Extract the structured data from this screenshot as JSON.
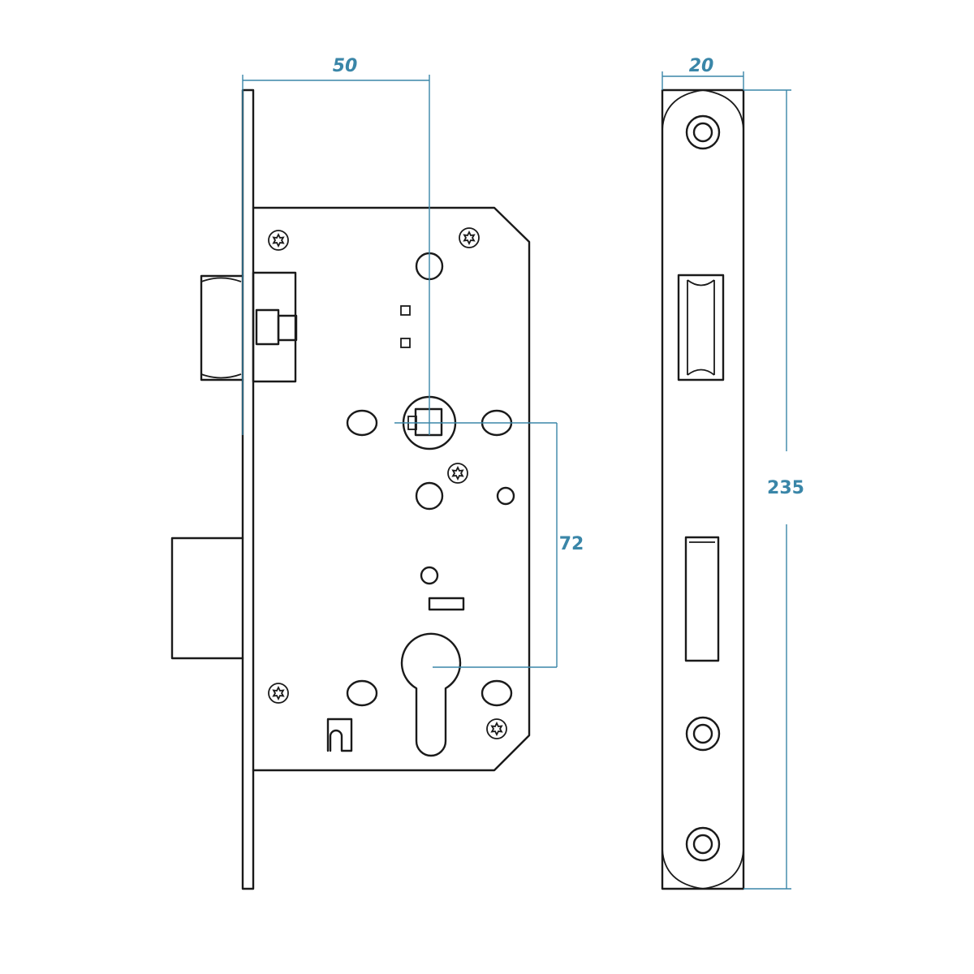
{
  "dimensions": {
    "backset": "50",
    "width": "20",
    "height": "235",
    "center_distance": "72"
  },
  "colors": {
    "line": "#1a1a1a",
    "dimension": "#3a86a8",
    "background": "#ffffff"
  }
}
